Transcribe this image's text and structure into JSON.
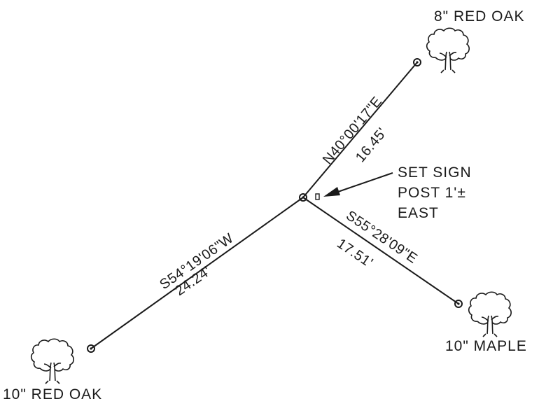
{
  "trees": {
    "ne": {
      "label": "8\" RED OAK"
    },
    "se": {
      "label": "10\" MAPLE"
    },
    "sw": {
      "label": "10\" RED OAK"
    }
  },
  "ties": {
    "ne": {
      "bearing": "N40°00'17\"E",
      "distance": "16.45'"
    },
    "se": {
      "bearing": "S55°28'09\"E",
      "distance": "17.51'"
    },
    "sw": {
      "bearing": "S54°19'06\"W",
      "distance": "24.24'"
    }
  },
  "note": {
    "line1": "SET SIGN",
    "line2": "POST 1'±",
    "line3": "EAST"
  },
  "icons": [
    "tree-icon",
    "survey-point-icon",
    "sign-post-icon",
    "arrow-icon"
  ]
}
